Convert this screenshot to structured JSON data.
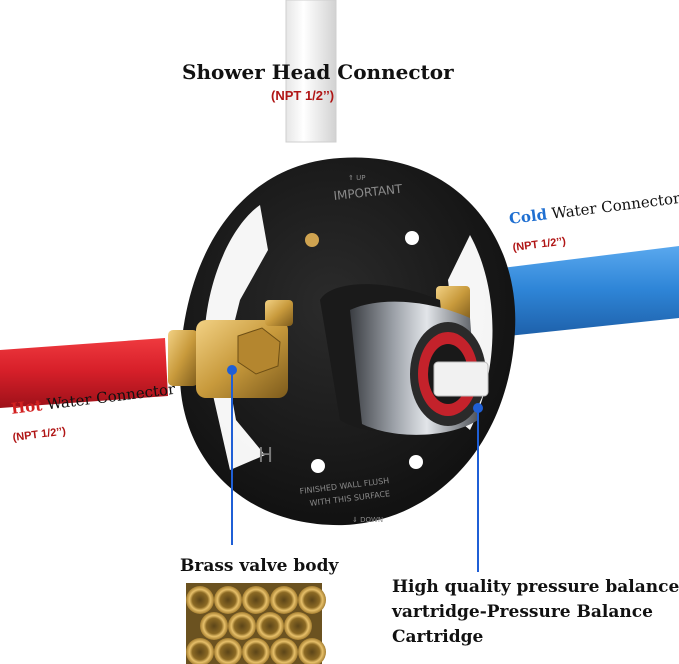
{
  "labels": {
    "shower_head": "Shower Head Connector",
    "shower_npt": "(NPT 1/2’’)",
    "cold_word": "Cold",
    "cold_rest": " Water Connector",
    "cold_npt": "(NPT 1/2’’)",
    "hot_word": "Hot",
    "hot_rest": " Water Connector",
    "hot_npt": "(NPT 1/2’’)",
    "brass": "Brass valve body",
    "cartridge_line1": "High quality pressure balance",
    "cartridge_line2": "vartridge-Pressure Balance",
    "cartridge_line3": "Cartridge"
  },
  "plate_text": {
    "up": "⇑ UP",
    "important": "IMPORTANT",
    "finished": "FINISHED WALL FLUSH",
    "surface": "WITH THIS SURFACE",
    "down": "⇓ DOWN",
    "h_mark": "H"
  },
  "colors": {
    "hot_pipe": "#d8202a",
    "cold_pipe": "#2f86d8",
    "pointer": "#1f5fd6",
    "plate": "#151515",
    "brass": "#c89a3c"
  }
}
